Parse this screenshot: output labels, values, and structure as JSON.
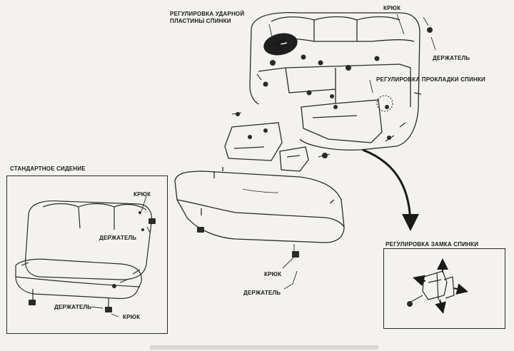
{
  "labels": {
    "impact_plate_1": "РЕГУЛИРОВКА УДАРНОЙ",
    "impact_plate_2": "ПЛАСТИНЫ СПИНКИ",
    "hook_top": "КРЮК",
    "holder_top": "ДЕРЖАТЕЛЬ",
    "back_pad_adjust": "РЕГУЛИРОВКА ПРОКЛАДКИ СПИНКИ",
    "standard_seat": "СТАНДАРТНОЕ СИДЕНИЕ",
    "hook_std": "КРЮК",
    "holder_std": "ДЕРЖАТЕЛЬ",
    "holder_std_bottom": "ДЕРЖАТЕЛЬ",
    "hook_std_bottom": "КРЮК",
    "hook_cushion": "КРЮК",
    "holder_cushion": "ДЕРЖАТЕЛЬ",
    "back_lock_adjust": "РЕГУЛИРОВКА ЗАМКА СПИНКИ"
  }
}
